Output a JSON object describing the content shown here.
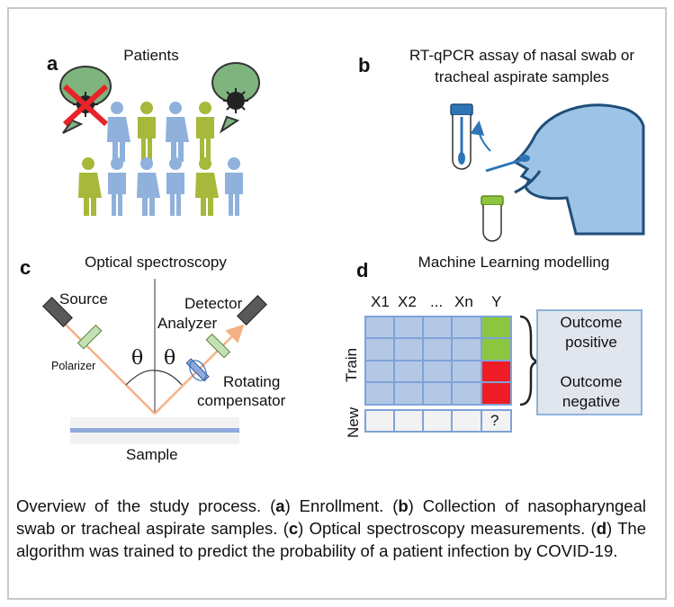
{
  "panel_a": {
    "letter": "a",
    "title": "Patients"
  },
  "panel_b": {
    "letter": "b",
    "title_line1": "RT-qPCR assay of nasal swab or",
    "title_line2": "tracheal aspirate samples"
  },
  "panel_c": {
    "letter": "c",
    "title": "Optical spectroscopy",
    "source": "Source",
    "detector": "Detector",
    "analyzer": "Analyzer",
    "polarizer": "Polarizer",
    "theta_left": "θ",
    "theta_right": "θ",
    "rotating_line1": "Rotating",
    "rotating_line2": "compensator",
    "sample": "Sample"
  },
  "panel_d": {
    "letter": "d",
    "title": "Machine Learning modelling",
    "columns": [
      "X1",
      "X2",
      "...",
      "Xn",
      "Y"
    ],
    "train_label": "Train",
    "new_label": "New",
    "unknown": "?",
    "outcome_positive_line1": "Outcome",
    "outcome_positive_line2": "positive",
    "outcome_negative_line1": "Outcome",
    "outcome_negative_line2": "negative"
  },
  "colors": {
    "patient_blue": "#8fb1dc",
    "patient_green": "#a7b83a",
    "grid_cell": "#b4c8e6",
    "grid_border": "#7ea3d8",
    "positive": "#8cc63f",
    "negative": "#ee1c24",
    "beam": "#f4b183",
    "bubble_green": "#7fb47f"
  },
  "caption": {
    "intro": "Overview of the study process. (",
    "a": "a",
    "a_text": ") Enrollment. (",
    "b": "b",
    "b_text": ") Collection of nasopharyngeal swab or tracheal aspirate samples. (",
    "c": "c",
    "c_text": ") Optical spectroscopy measurements. (",
    "d": "d",
    "d_text": ") The algorithm was trained to predict the probability of a patient infection by COVID-19."
  }
}
